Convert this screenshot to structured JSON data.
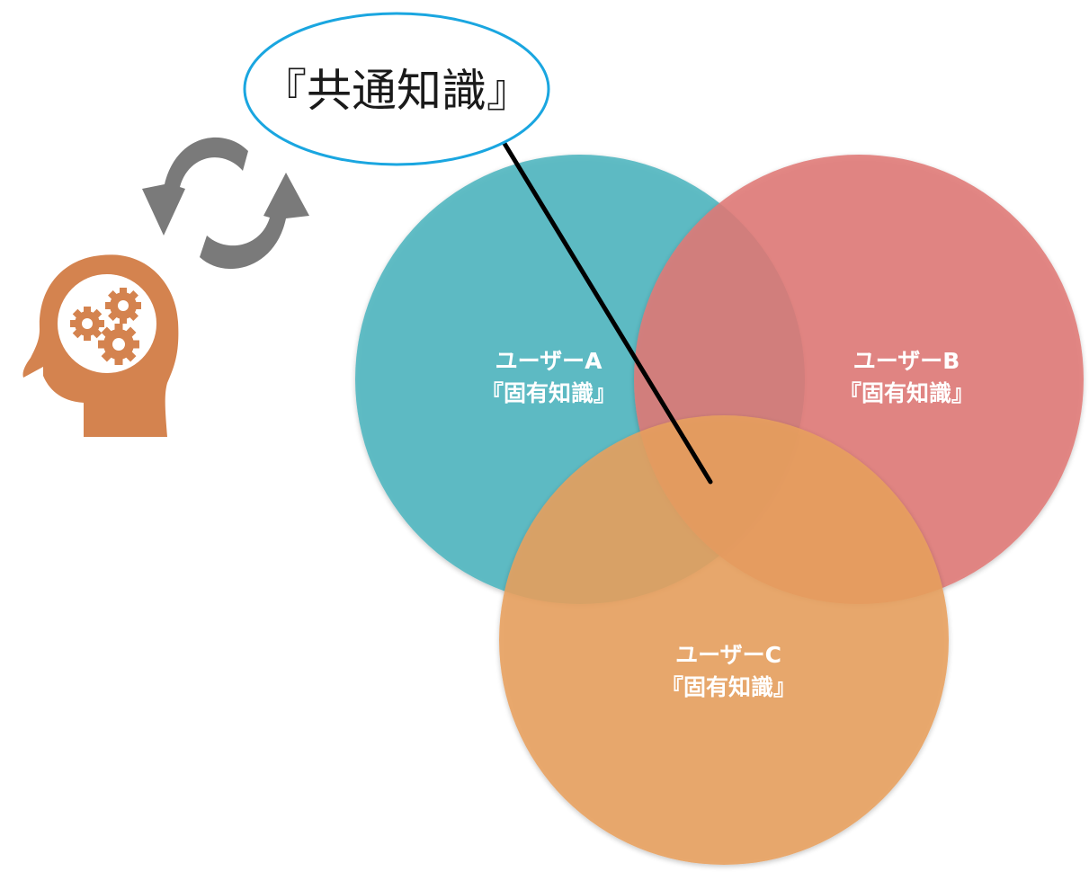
{
  "callout": {
    "label": "『共通知識』",
    "border_color": "#1aa6e0"
  },
  "sets": [
    {
      "name": "ユーザーA",
      "subtitle": "『固有知識』",
      "color": "#4fb5bf"
    },
    {
      "name": "ユーザーB",
      "subtitle": "『固有知識』",
      "color": "#e07a76"
    },
    {
      "name": "ユーザーC",
      "subtitle": "『固有知識』",
      "color": "#e8a15f"
    }
  ],
  "icons": {
    "head": "head-with-gears-icon",
    "cycle": "refresh-cycle-arrows-icon",
    "head_color": "#d4834f",
    "arrow_color": "#7a7a7a"
  }
}
